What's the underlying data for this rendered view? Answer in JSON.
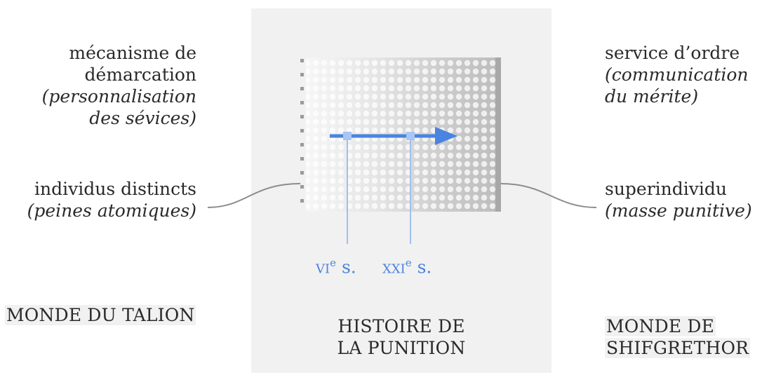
{
  "left_top": {
    "line1": "mécanisme de",
    "line2": "démarcation",
    "line3": "(personnalisation",
    "line4": "des sévices)"
  },
  "left_mid": {
    "line1": "individus distincts",
    "line2": "(peines atomiques)"
  },
  "left_bottom": "MONDE DU TALION",
  "right_top": {
    "line1": "service d’ordre",
    "line2": "(communication",
    "line3": "du mérite)"
  },
  "right_mid": {
    "line1": "superindividu",
    "line2": "(masse punitive)"
  },
  "right_bottom": {
    "line1": "MONDE DE",
    "line2": "SHIFGRETHOR"
  },
  "center_bottom": {
    "line1": "HISTOIRE DE",
    "line2": "LA PUNITION"
  },
  "timeline": {
    "marker1": {
      "base": "VI",
      "sup": "e",
      "suffix": " s."
    },
    "marker2": {
      "base": "XXI",
      "sup": "e",
      "suffix": " s."
    }
  },
  "colors": {
    "accent": "#4a84e0",
    "marker_line": "#9fbff0",
    "panel": "#f1f1f1",
    "gradient_dark": "#b5b5b5"
  }
}
